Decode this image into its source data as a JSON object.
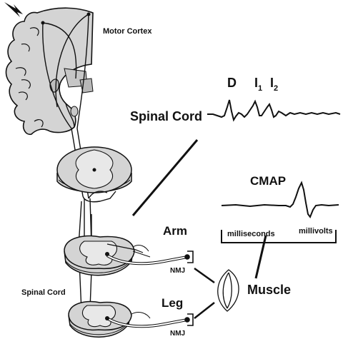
{
  "labels": {
    "motor_cortex": "Motor Cortex",
    "spinal_cord_main": "Spinal Cord",
    "spinal_cord_side": "Spinal Cord",
    "arm": "Arm",
    "leg": "Leg",
    "muscle": "Muscle",
    "nmj_arm": "NMJ",
    "nmj_leg": "NMJ",
    "cmap": "CMAP",
    "milliseconds": "milliseconds",
    "millivolts": "millivolts"
  },
  "waves": {
    "d": "D",
    "i_letter": "I",
    "i1_sub": "1",
    "i2_sub": "2"
  },
  "colors": {
    "tissue": "#d4d4d4",
    "ink": "#111111",
    "background": "#ffffff"
  },
  "icons": {
    "stimulus": "lightning-bolt-icon",
    "muscle": "muscle-fiber-icon"
  }
}
